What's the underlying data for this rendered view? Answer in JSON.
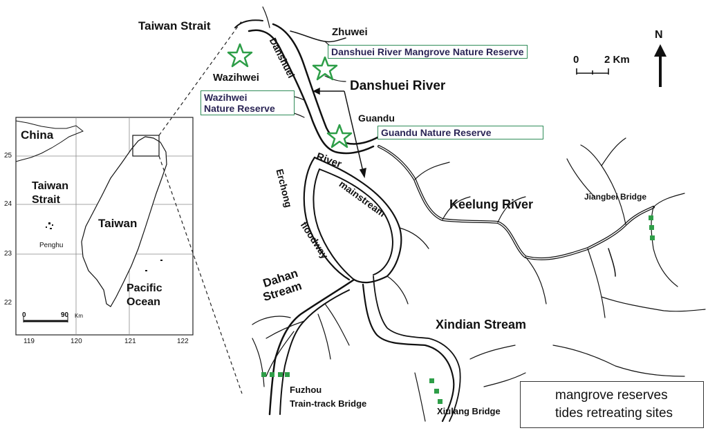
{
  "inset": {
    "labels": {
      "china": "China",
      "strait": "Taiwan Strait",
      "taiwan": "Taiwan",
      "ocean": "Pacific Ocean",
      "penghu": "Penghu"
    },
    "lon_ticks": [
      "119",
      "120",
      "121",
      "122"
    ],
    "lat_ticks": [
      "25",
      "24",
      "23",
      "22"
    ],
    "scale": {
      "zero": "0",
      "value": "90",
      "unit": "Km"
    }
  },
  "main": {
    "strait": "Taiwan Strait",
    "zhuwei": "Zhuwei",
    "wazihwei": "Wazihwei",
    "guandu": "Guandu",
    "danshuei_river": "Danshuei River",
    "danshuei_vertical": "Danshuei",
    "river_word": "River",
    "mainstream": "mainstream",
    "erchong": "Erchong",
    "floodway": "floodway",
    "keelung": "Keelung River",
    "jiangbei": "Jiangbei Bridge",
    "dahan": "Dahan",
    "stream_word": "Stream",
    "xindian": "Xindian Stream",
    "fuzhou_line1": "Fuzhou",
    "fuzhou_line2": "Train-track Bridge",
    "xiulang": "Xiulang Bridge"
  },
  "reserves": {
    "mangrove": "Danshuei River Mangrove Nature Reserve",
    "wazihwei_line1": "Wazihwei",
    "wazihwei_line2": "Nature Reserve",
    "guandu": "Guandu Nature Reserve"
  },
  "scale_bar": {
    "zero": "0",
    "value": "2 Km"
  },
  "north": "N",
  "legend": {
    "star": "mangrove reserves",
    "dots": "tides retreating sites"
  },
  "colors": {
    "star": "#2e9e48",
    "dots": "#2e9e48",
    "box_border": "#2e8b57",
    "river": "#111111"
  }
}
